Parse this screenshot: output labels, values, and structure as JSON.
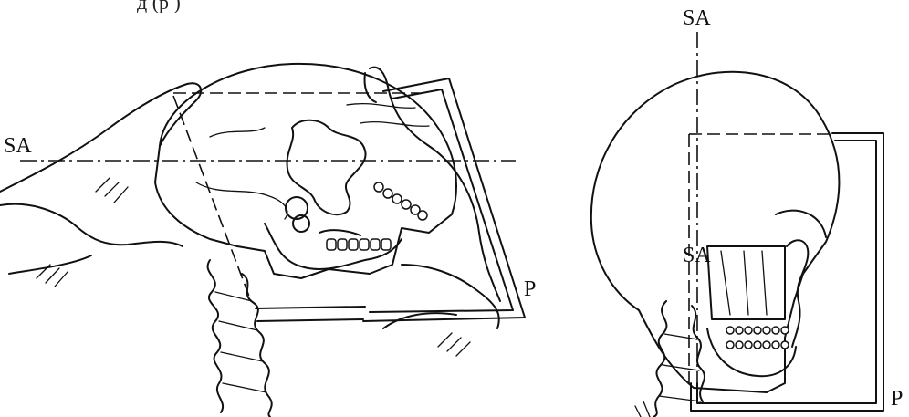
{
  "caption_fragment": "д                    (р        )",
  "left_figure": {
    "plane_label": "SA",
    "plate_label": "P"
  },
  "right_figure": {
    "plane_label_top": "SA",
    "plane_label_inner": "SA",
    "plate_label": "P"
  }
}
